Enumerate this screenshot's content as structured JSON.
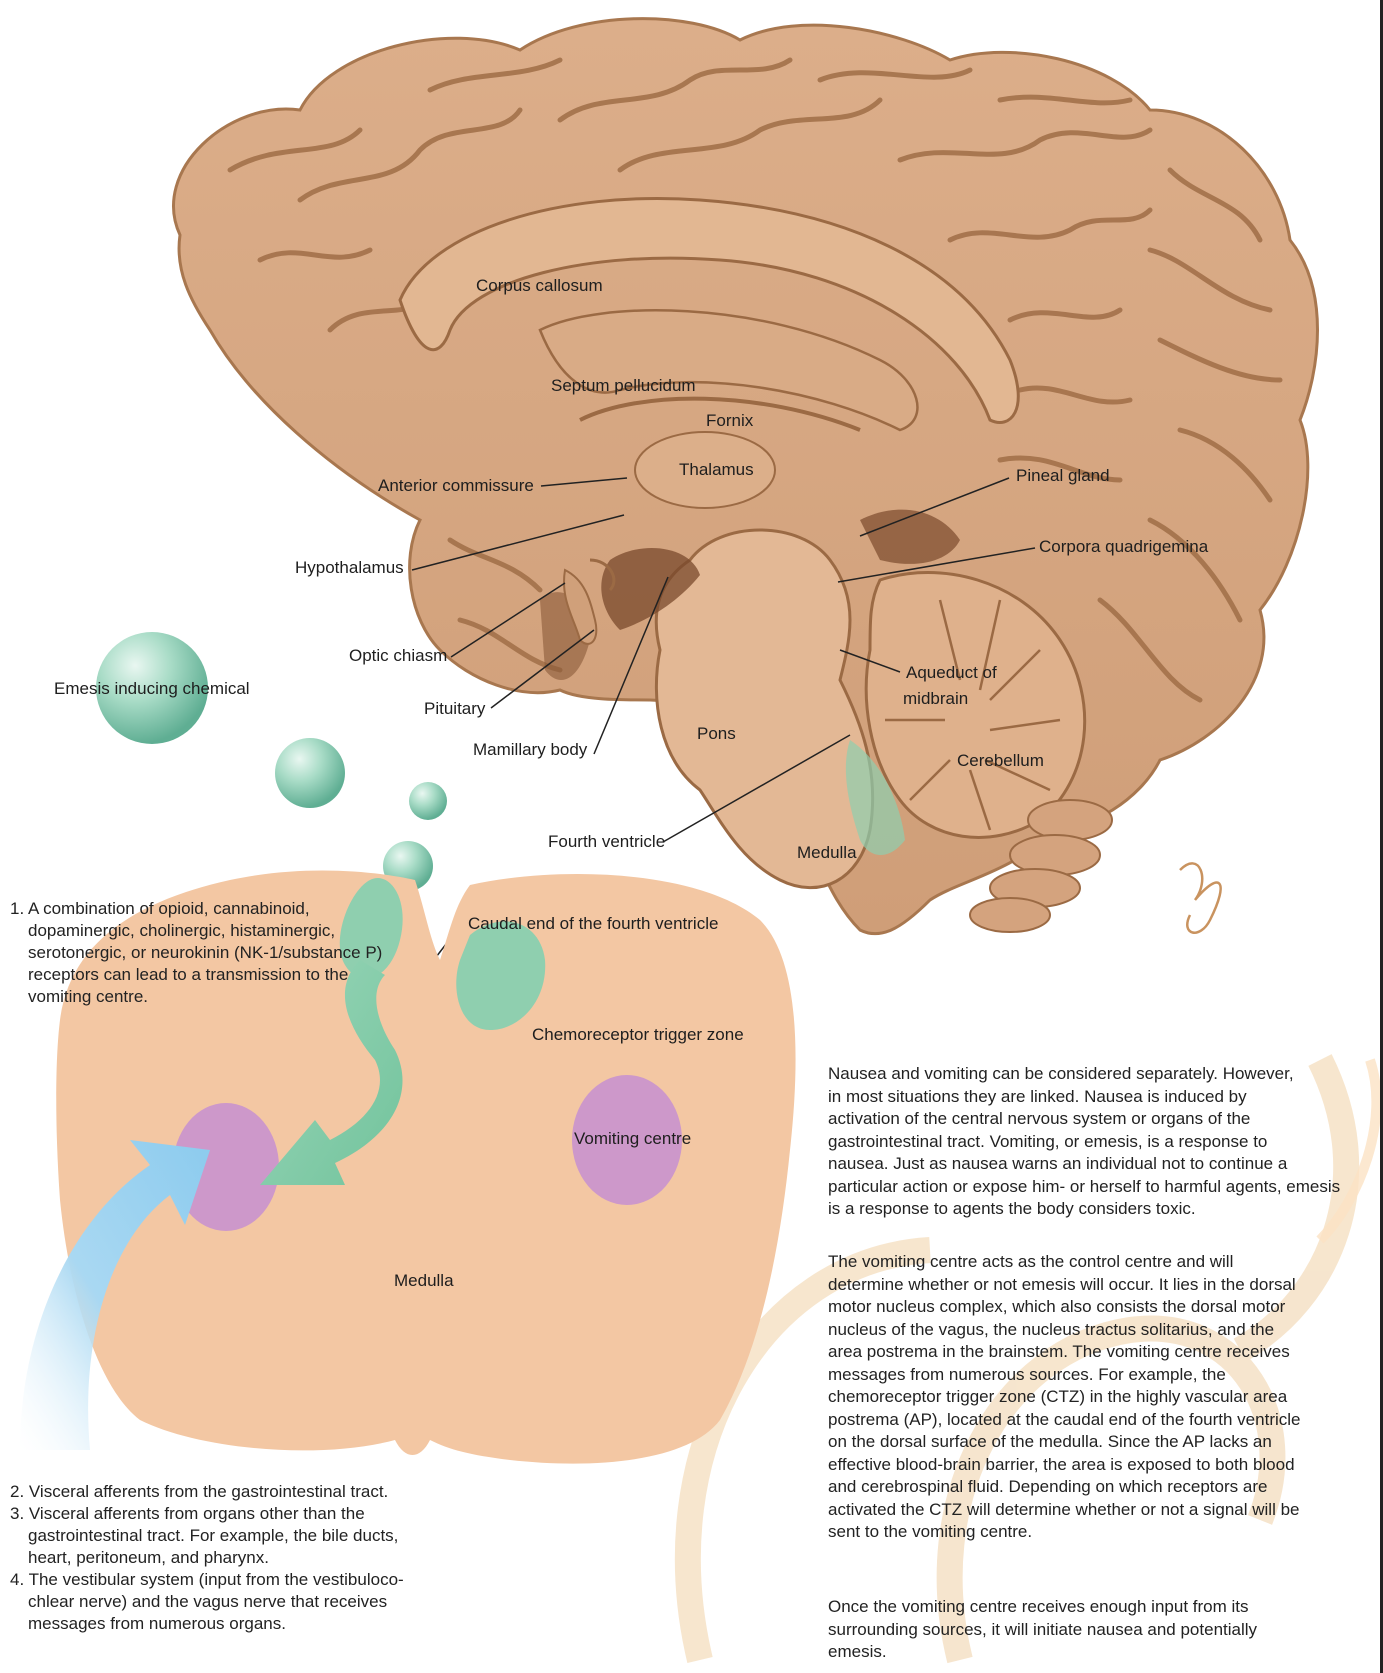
{
  "labels": {
    "corpus_callosum": "Corpus callosum",
    "septum_pellucidum": "Septum pellucidum",
    "fornix": "Fornix",
    "thalamus": "Thalamus",
    "anterior_commissure": "Anterior commissure",
    "pineal_gland": "Pineal gland",
    "hypothalamus": "Hypothalamus",
    "corpora_quadrigemina": "Corpora quadrigemina",
    "optic_chiasm": "Optic chiasm",
    "aqueduct_line1": "Aqueduct of",
    "aqueduct_line2": "midbrain",
    "emesis_chemical": "Emesis inducing chemical",
    "pituitary": "Pituitary",
    "pons": "Pons",
    "mamillary_body": "Mamillary body",
    "cerebellum": "Cerebellum",
    "fourth_ventricle": "Fourth ventricle",
    "medulla_top": "Medulla",
    "caudal_end": "Caudal end of the fourth ventricle",
    "ctz": "Chemoreceptor trigger zone",
    "vomiting_centre": "Vomiting centre",
    "medulla_bottom": "Medulla"
  },
  "note1": [
    "1. A combination of opioid, cannabinoid,",
    "dopaminergic, cholinergic, histaminergic,",
    "serotonergic, or neurokinin (NK-1/substance P)",
    "receptors can lead to a transmission to the",
    "vomiting centre."
  ],
  "notes_bottom": [
    [
      "2. Visceral afferents from the gastrointestinal tract."
    ],
    [
      "3. Visceral afferents from organs other than the",
      "gastrointestinal tract. For example, the bile ducts,",
      "heart, peritoneum, and pharynx."
    ],
    [
      "4. The vestibular system (input from the vestibuloco-",
      "chlear nerve) and the vagus nerve that receives",
      "messages from numerous organs."
    ]
  ],
  "paragraphs": [
    [
      "Nausea and vomiting can be considered separately. However,",
      "in most situations they are linked. Nausea is induced by",
      "activation of the central nervous system or organs of the",
      "gastrointestinal tract. Vomiting, or emesis, is a response to",
      "nausea. Just as nausea warns an individual not to continue a",
      "particular action or expose him- or herself to harmful agents, emesis",
      "is a response to agents the body considers toxic."
    ],
    [
      "The vomiting centre acts as the control centre and will",
      "determine whether or not emesis will occur. It lies in the dorsal",
      "motor nucleus complex, which also consists the dorsal motor",
      "nucleus of the vagus, the nucleus tractus solitarius, and the",
      "area postrema in the brainstem. The vomiting centre receives",
      "messages from numerous sources. For example, the",
      "chemoreceptor trigger zone (CTZ) in the highly vascular area",
      "postrema (AP), located at the caudal end of the fourth ventricle",
      "on the dorsal surface of the medulla. Since the AP lacks an",
      "effective blood-brain barrier, the area is exposed to both blood",
      "and cerebrospinal fluid. Depending on which receptors are",
      "activated the CTZ will determine whether or not a signal will be",
      "sent to the vomiting centre."
    ],
    [
      "Once the vomiting centre receives enough input from its",
      "surrounding sources, it will initiate nausea and potentially",
      "emesis."
    ]
  ],
  "colors": {
    "brain_fill": "#d6a782",
    "brain_dark": "#9c6b45",
    "medulla_fill": "#f3c7a3",
    "ctz_green": "#8fcfaf",
    "vomiting_purple": "#c58fd1",
    "blue_arrow": "#9cd2ef"
  }
}
